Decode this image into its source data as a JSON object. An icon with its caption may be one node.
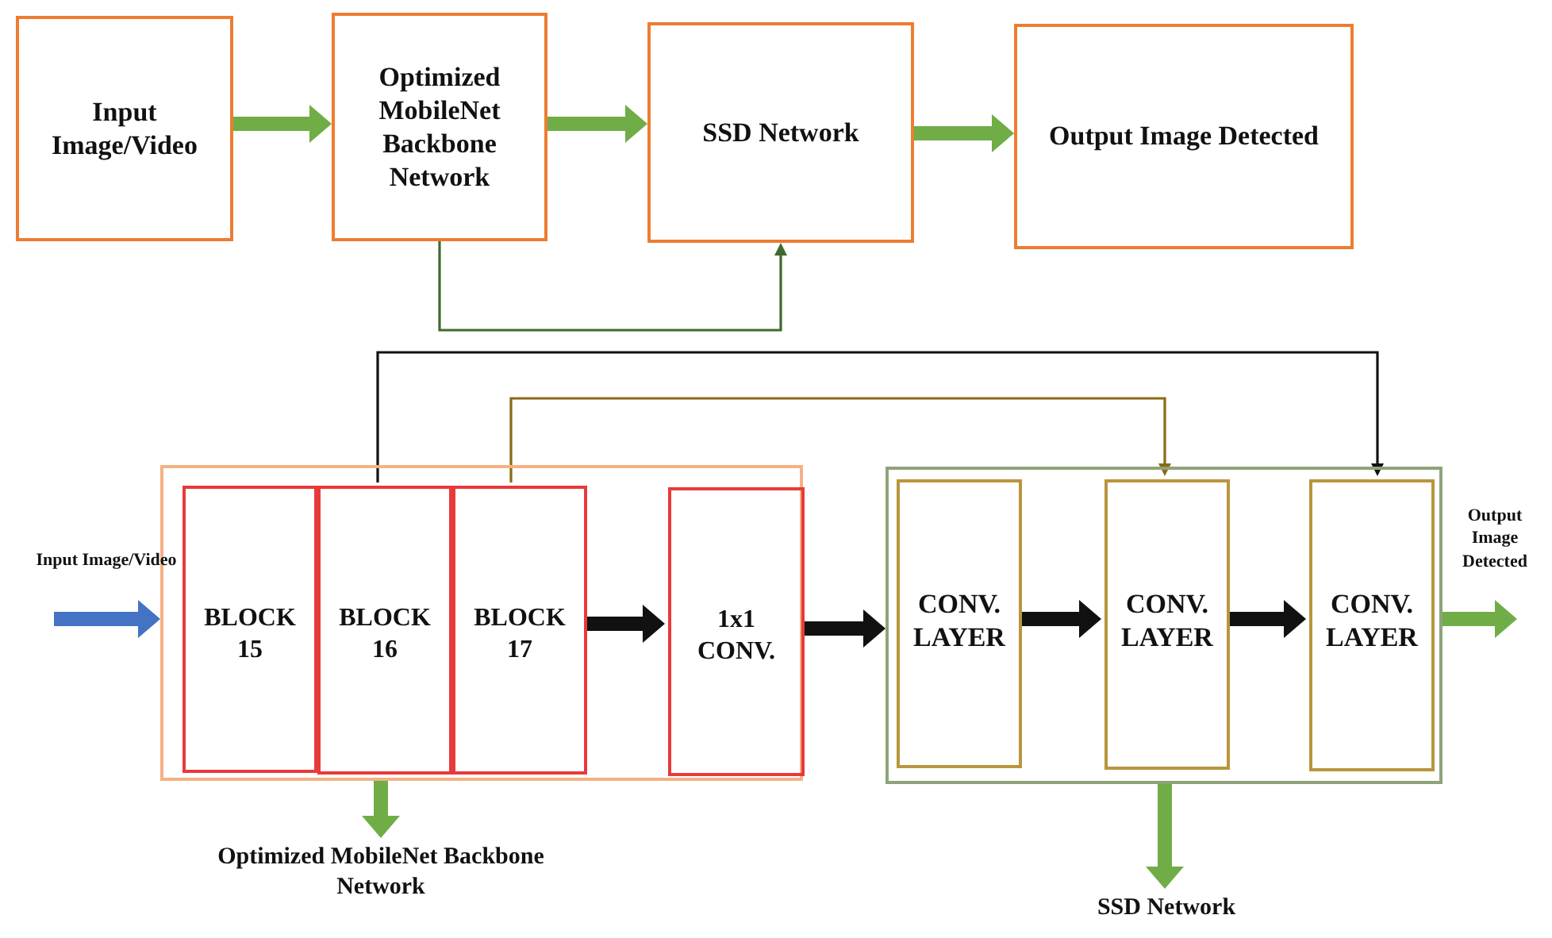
{
  "diagram": {
    "nodes": [
      {
        "text": [
          "Input Image/Video"
        ]
      },
      {
        "text": [
          "Optimized MobileNet Backbone Network"
        ]
      },
      {
        "text": [
          "SSD Network"
        ]
      },
      {
        "text": [
          "Output Image Detected"
        ]
      },
      {
        "text": [],
        "shape": "box"
      },
      {
        "text": [
          "BLOCK 15"
        ],
        "in": 4
      },
      {
        "text": [
          "BLOCK 16"
        ],
        "in": 4
      },
      {
        "text": [
          "BLOCK 17"
        ],
        "in": 4
      },
      {
        "text": [
          "1x1 CONV."
        ],
        "in": 4
      },
      {
        "text": [],
        "shape": "box"
      },
      {
        "text": [
          "CONV. LAYER"
        ],
        "in": 9
      },
      {
        "text": [
          "CONV. LAYER"
        ],
        "in": 9
      },
      {
        "text": [
          "CONV. LAYER"
        ],
        "in": 9
      },
      {
        "text": [
          "Optimized MobileNet Backbone Network"
        ]
      },
      {
        "text": [
          "SSD Network"
        ]
      }
    ],
    "edges": [
      {
        "from": 0,
        "to": 1,
        "arrow": "to",
        "color": "#70ad47"
      },
      {
        "from": 1,
        "to": 2,
        "arrow": "to",
        "color": "#70ad47"
      },
      {
        "from": 2,
        "to": 3,
        "arrow": "to",
        "color": "#70ad47"
      },
      {
        "from": 1,
        "to": 2,
        "arrow": "to",
        "color": "#3d6b2e"
      },
      {
        "from": null,
        "to": 4,
        "arrow": "to",
        "color": "#4472c4"
      },
      {
        "from": 7,
        "to": 8,
        "arrow": "to",
        "color": "#111111"
      },
      {
        "from": 8,
        "to": 9,
        "arrow": "to",
        "color": "#111111"
      },
      {
        "from": 10,
        "to": 11,
        "arrow": "to",
        "color": "#111111"
      },
      {
        "from": 11,
        "to": 12,
        "arrow": "to",
        "color": "#111111"
      },
      {
        "from": 6,
        "to": 12,
        "arrow": "to",
        "color": "#111111"
      },
      {
        "from": 7,
        "to": 11,
        "arrow": "to",
        "color": "#8b6914"
      },
      {
        "from": 9,
        "to": null,
        "arrow": "to",
        "color": "#70ad47"
      },
      {
        "from": 4,
        "to": 13,
        "arrow": "to",
        "color": "#70ad47"
      },
      {
        "from": 9,
        "to": 14,
        "arrow": "to",
        "color": "#70ad47"
      }
    ],
    "labels": [
      "Input Image/Video",
      "Output Image Detected"
    ]
  }
}
